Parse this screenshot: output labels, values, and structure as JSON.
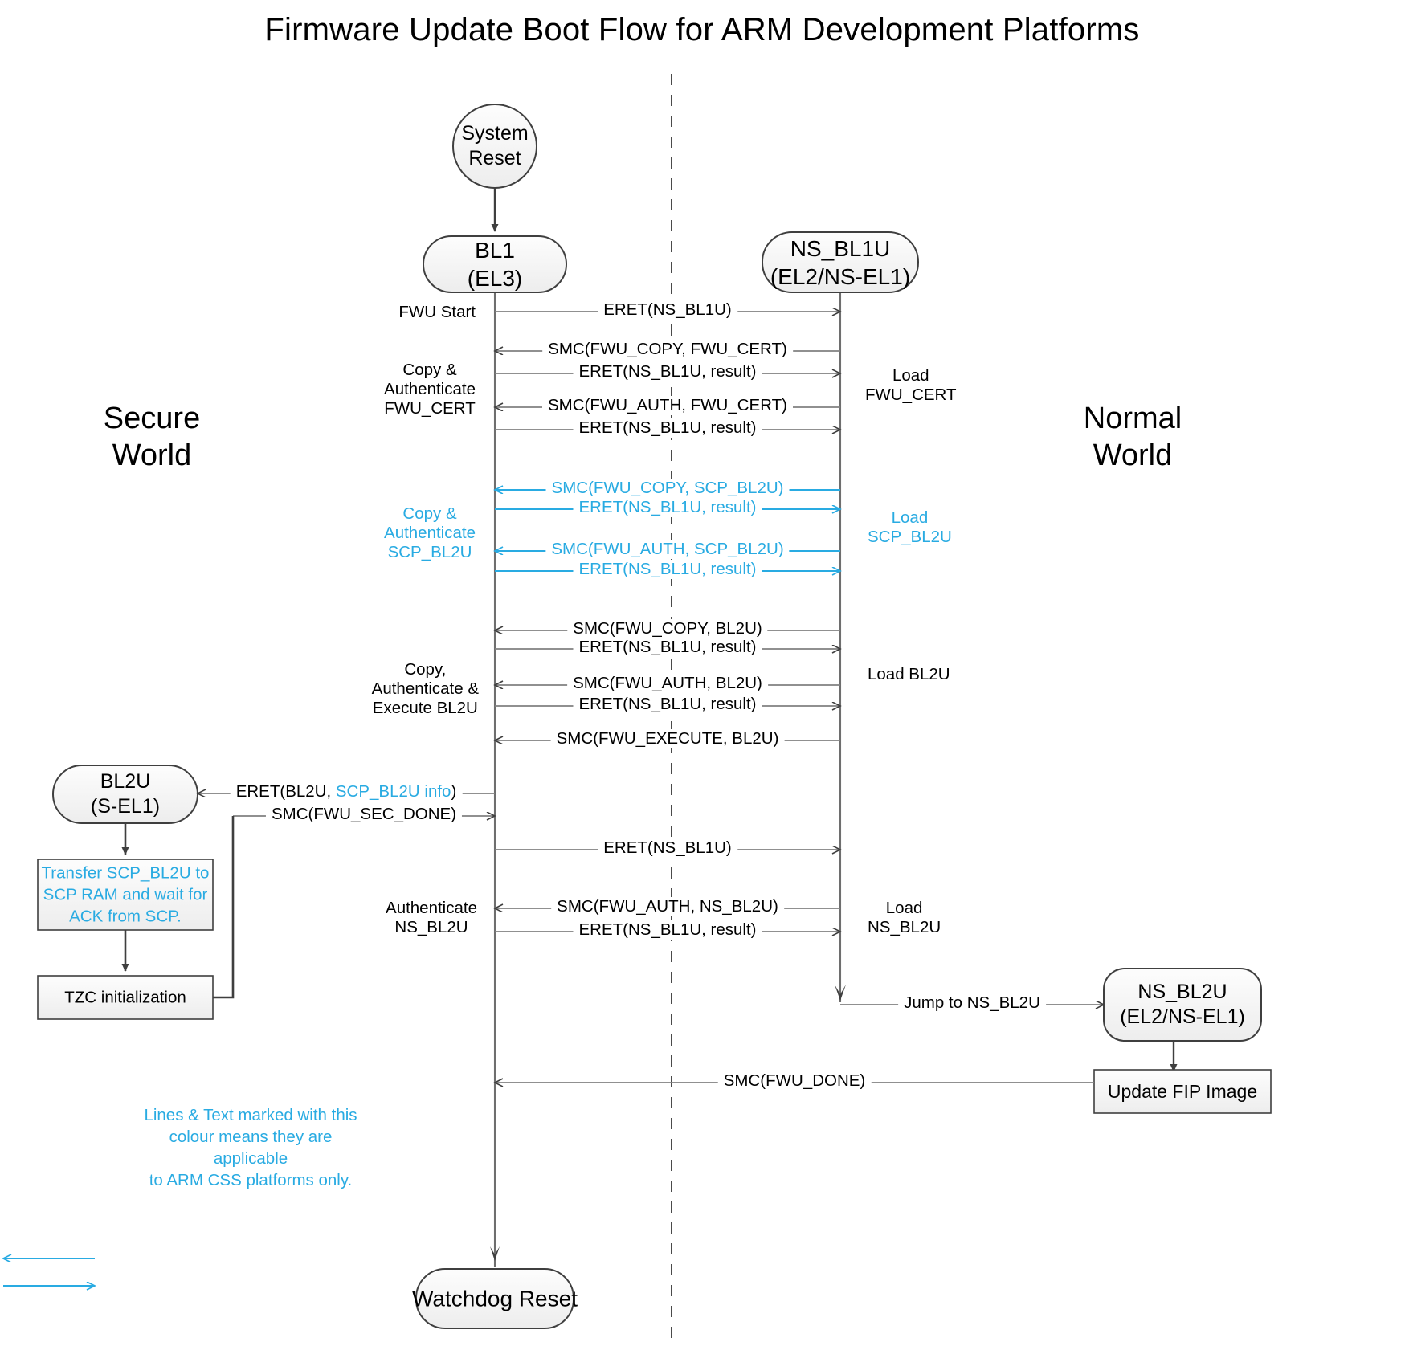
{
  "title": "Firmware Update Boot Flow for ARM Development Platforms",
  "colors": {
    "accent_cyan": "#29ABE2",
    "line_dark": "#3F3F3F",
    "line_gray": "#808080",
    "node_fill": "#F4F4F4",
    "node_stroke": "#3F3F3F",
    "text": "#000000"
  },
  "worlds": {
    "secure_line1": "Secure",
    "secure_line2": "World",
    "normal_line1": "Normal",
    "normal_line2": "World"
  },
  "nodes": {
    "system_reset": {
      "line1": "System",
      "line2": "Reset"
    },
    "bl1": {
      "line1": "BL1",
      "line2": "(EL3)"
    },
    "ns_bl1u": {
      "line1": "NS_BL1U",
      "line2": "(EL2/NS-EL1)"
    },
    "bl2u": {
      "line1": "BL2U",
      "line2": "(S-EL1)"
    },
    "ns_bl2u": {
      "line1": "NS_BL2U",
      "line2": "(EL2/NS-EL1)"
    },
    "watchdog_reset": {
      "line1": "Watchdog Reset"
    },
    "transfer_scp": {
      "line1": "Transfer SCP_BL2U to",
      "line2": "SCP RAM and wait for",
      "line3": "ACK from SCP."
    },
    "tzc_init": {
      "line1": "TZC initialization"
    },
    "update_fip": {
      "line1": "Update FIP Image"
    }
  },
  "messages": [
    {
      "id": "eret-ns-bl1u-1",
      "text": "ERET(NS_BL1U)",
      "dir": "right",
      "cyan": false
    },
    {
      "id": "smc-fwu-copy-fwu-cert",
      "text": "SMC(FWU_COPY, FWU_CERT)",
      "dir": "left",
      "cyan": false
    },
    {
      "id": "eret-result-1",
      "text": "ERET(NS_BL1U, result)",
      "dir": "right",
      "cyan": false
    },
    {
      "id": "smc-fwu-auth-fwu-cert",
      "text": "SMC(FWU_AUTH, FWU_CERT)",
      "dir": "left",
      "cyan": false
    },
    {
      "id": "eret-result-2",
      "text": "ERET(NS_BL1U, result)",
      "dir": "right",
      "cyan": false
    },
    {
      "id": "smc-fwu-copy-scp-bl2u",
      "text": "SMC(FWU_COPY, SCP_BL2U)",
      "dir": "left",
      "cyan": true
    },
    {
      "id": "eret-result-3",
      "text": "ERET(NS_BL1U, result)",
      "dir": "right",
      "cyan": true
    },
    {
      "id": "smc-fwu-auth-scp-bl2u",
      "text": "SMC(FWU_AUTH, SCP_BL2U)",
      "dir": "left",
      "cyan": true
    },
    {
      "id": "eret-result-4",
      "text": "ERET(NS_BL1U, result)",
      "dir": "right",
      "cyan": true
    },
    {
      "id": "smc-fwu-copy-bl2u",
      "text": "SMC(FWU_COPY, BL2U)",
      "dir": "left",
      "cyan": false
    },
    {
      "id": "eret-result-5",
      "text": "ERET(NS_BL1U, result)",
      "dir": "right",
      "cyan": false
    },
    {
      "id": "smc-fwu-auth-bl2u",
      "text": "SMC(FWU_AUTH, BL2U)",
      "dir": "left",
      "cyan": false
    },
    {
      "id": "eret-result-6",
      "text": "ERET(NS_BL1U, result)",
      "dir": "right",
      "cyan": false
    },
    {
      "id": "smc-fwu-execute-bl2u",
      "text": "SMC(FWU_EXECUTE, BL2U)",
      "dir": "left",
      "cyan": false
    },
    {
      "id": "eret-bl2u-scp-info-a",
      "text": "ERET(BL2U, ",
      "text_cyan": "SCP_BL2U info",
      "text_tail": ")",
      "dir": "left",
      "cyan": false
    },
    {
      "id": "smc-fwu-sec-done",
      "text": "SMC(FWU_SEC_DONE)",
      "dir": "right",
      "cyan": false
    },
    {
      "id": "eret-ns-bl1u-2",
      "text": "ERET(NS_BL1U)",
      "dir": "right",
      "cyan": false
    },
    {
      "id": "smc-fwu-auth-ns-bl2u",
      "text": "SMC(FWU_AUTH, NS_BL2U)",
      "dir": "left",
      "cyan": false
    },
    {
      "id": "eret-result-7",
      "text": "ERET(NS_BL1U, result)",
      "dir": "right",
      "cyan": false
    },
    {
      "id": "jump-to-ns-bl2u",
      "text": "Jump to NS_BL2U",
      "dir": "right",
      "cyan": false
    },
    {
      "id": "smc-fwu-done",
      "text": "SMC(FWU_DONE)",
      "dir": "left",
      "cyan": false
    }
  ],
  "left_annotations": [
    {
      "id": "fwu-start",
      "lines": [
        "FWU Start"
      ],
      "cyan": false
    },
    {
      "id": "copy-auth-fwu-cert",
      "lines": [
        "Copy &",
        "Authenticate",
        "FWU_CERT"
      ],
      "cyan": false
    },
    {
      "id": "copy-auth-scp-bl2u",
      "lines": [
        "Copy &",
        "Authenticate",
        "SCP_BL2U"
      ],
      "cyan": true
    },
    {
      "id": "copy-auth-exec-bl2u",
      "lines": [
        "Copy,",
        "Authenticate &",
        "Execute BL2U"
      ],
      "cyan": false
    },
    {
      "id": "authenticate-ns-bl2u",
      "lines": [
        "Authenticate",
        "NS_BL2U"
      ],
      "cyan": false
    }
  ],
  "right_annotations": [
    {
      "id": "load-fwu-cert",
      "lines": [
        "Load",
        "FWU_CERT"
      ],
      "cyan": false
    },
    {
      "id": "load-scp-bl2u",
      "lines": [
        "Load",
        "SCP_BL2U"
      ],
      "cyan": true
    },
    {
      "id": "load-bl2u",
      "lines": [
        "Load BL2U"
      ],
      "cyan": false
    },
    {
      "id": "load-ns-bl2u",
      "lines": [
        "Load",
        "NS_BL2U"
      ],
      "cyan": false
    }
  ],
  "legend": {
    "line1": "Lines & Text marked with this",
    "line2": "colour means they are applicable",
    "line3": "to ARM CSS platforms only."
  }
}
